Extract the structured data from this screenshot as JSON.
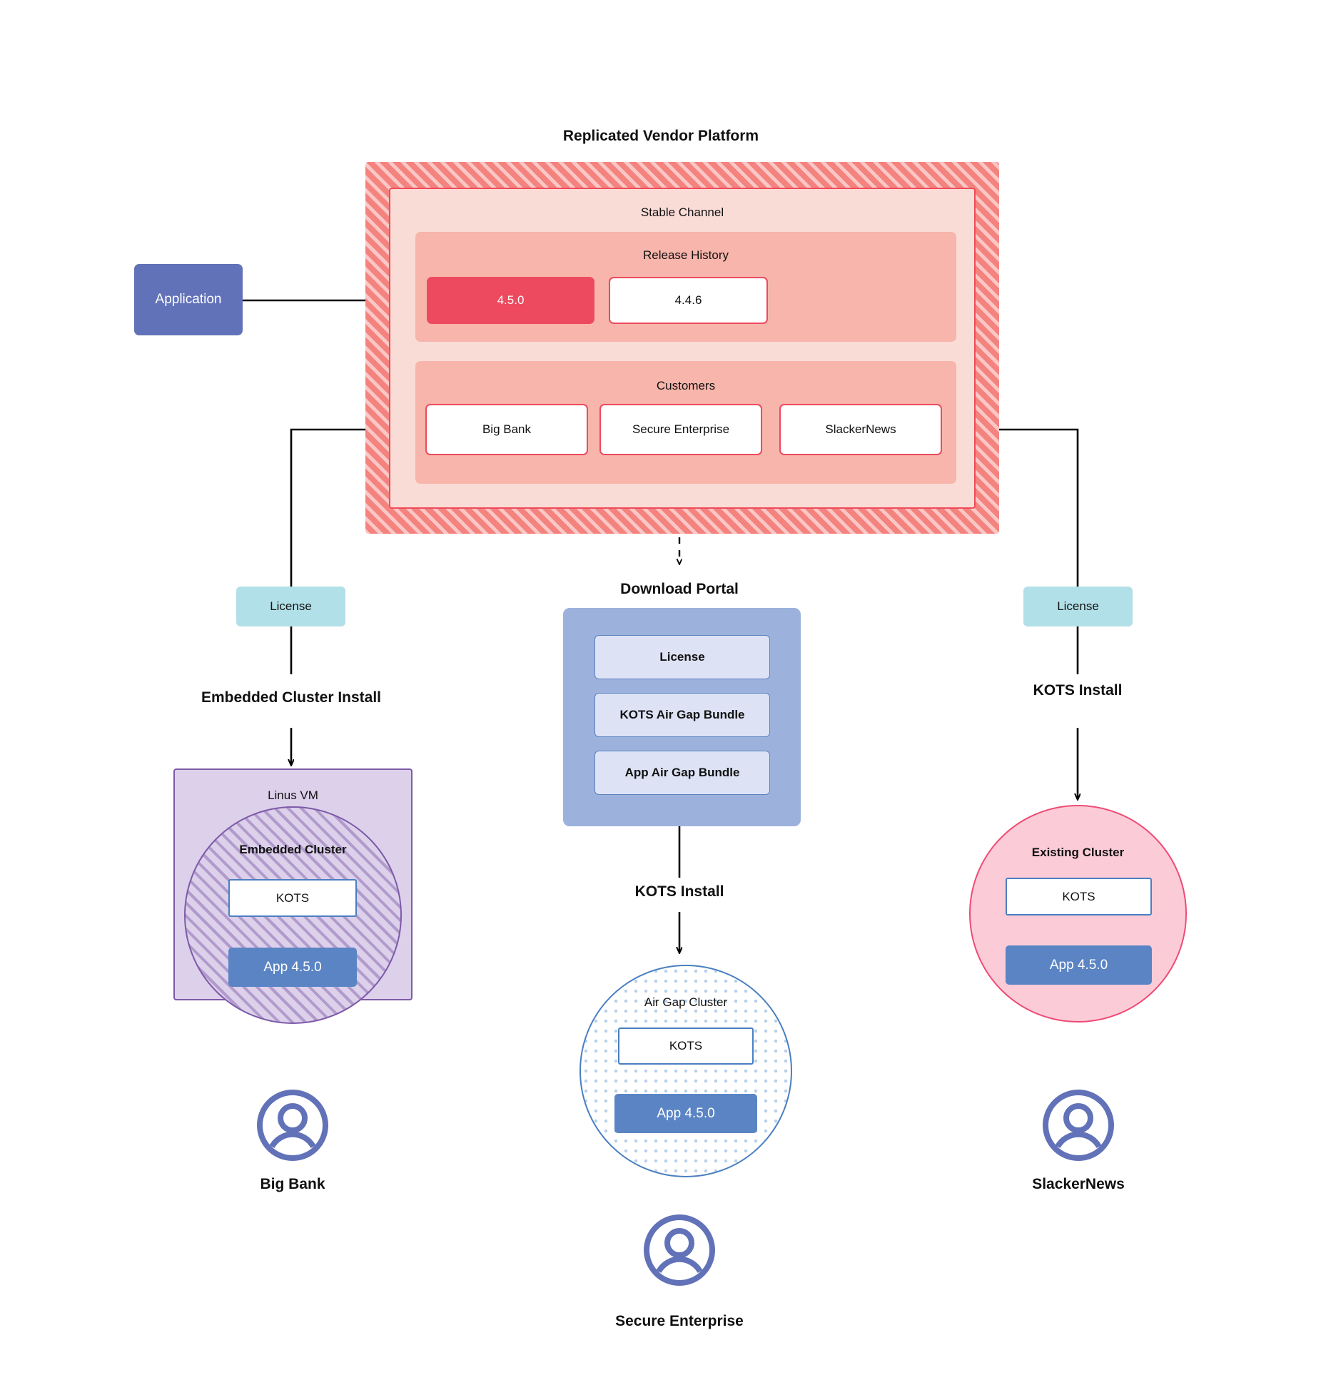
{
  "diagram": {
    "title": "Replicated Vendor Platform",
    "application_box": {
      "label": "Application"
    },
    "platform": {
      "channel": {
        "label": "Stable Channel"
      },
      "release_history": {
        "label": "Release History",
        "releases": [
          {
            "version": "4.5.0",
            "state": "current"
          },
          {
            "version": "4.4.6",
            "state": "previous"
          }
        ]
      },
      "customers": {
        "label": "Customers",
        "items": [
          {
            "name": "Big Bank"
          },
          {
            "name": "Secure Enterprise"
          },
          {
            "name": "SlackerNews"
          }
        ]
      }
    },
    "branches": {
      "left": {
        "license_label": "License",
        "install_label": "Embedded Cluster Install",
        "host_label": "Linus VM",
        "cluster_label": "Embedded Cluster",
        "kots_label": "KOTS",
        "app_label": "App 4.5.0",
        "persona_label": "Big Bank",
        "persona_icon": "user-circle-icon"
      },
      "center": {
        "portal_title": "Download  Portal",
        "portal_items": [
          {
            "label": "License"
          },
          {
            "label": "KOTS Air Gap Bundle"
          },
          {
            "label": "App Air Gap Bundle"
          }
        ],
        "install_label": "KOTS Install",
        "cluster_label": "Air Gap Cluster",
        "kots_label": "KOTS",
        "app_label": "App 4.5.0",
        "persona_label": "Secure Enterprise",
        "persona_icon": "user-circle-icon"
      },
      "right": {
        "license_label": "License",
        "install_label": "KOTS Install",
        "cluster_label": "Existing Cluster",
        "kots_label": "KOTS",
        "app_label": "App 4.5.0",
        "persona_label": "SlackerNews",
        "persona_icon": "user-circle-icon"
      }
    },
    "colors": {
      "platform_hatch": "#f4837f",
      "channel_bg": "#fadcd7",
      "subpanel_bg": "#f7b5ab",
      "release_current": "#ed4a5f",
      "application_blue": "#6272b8",
      "license_cyan": "#b2e0e9",
      "portal_blue": "#9cb2dd",
      "portal_item": "#dde3f5",
      "vm_purple": "#dcd0ea",
      "vm_border": "#7d5aa8",
      "airgap_border": "#4a7fc1",
      "existing_pink": "#fbccd8",
      "existing_border": "#ef4b75",
      "app_version_blue": "#5b84c4",
      "persona_purple": "#6272b8",
      "connector": "#000000"
    }
  }
}
